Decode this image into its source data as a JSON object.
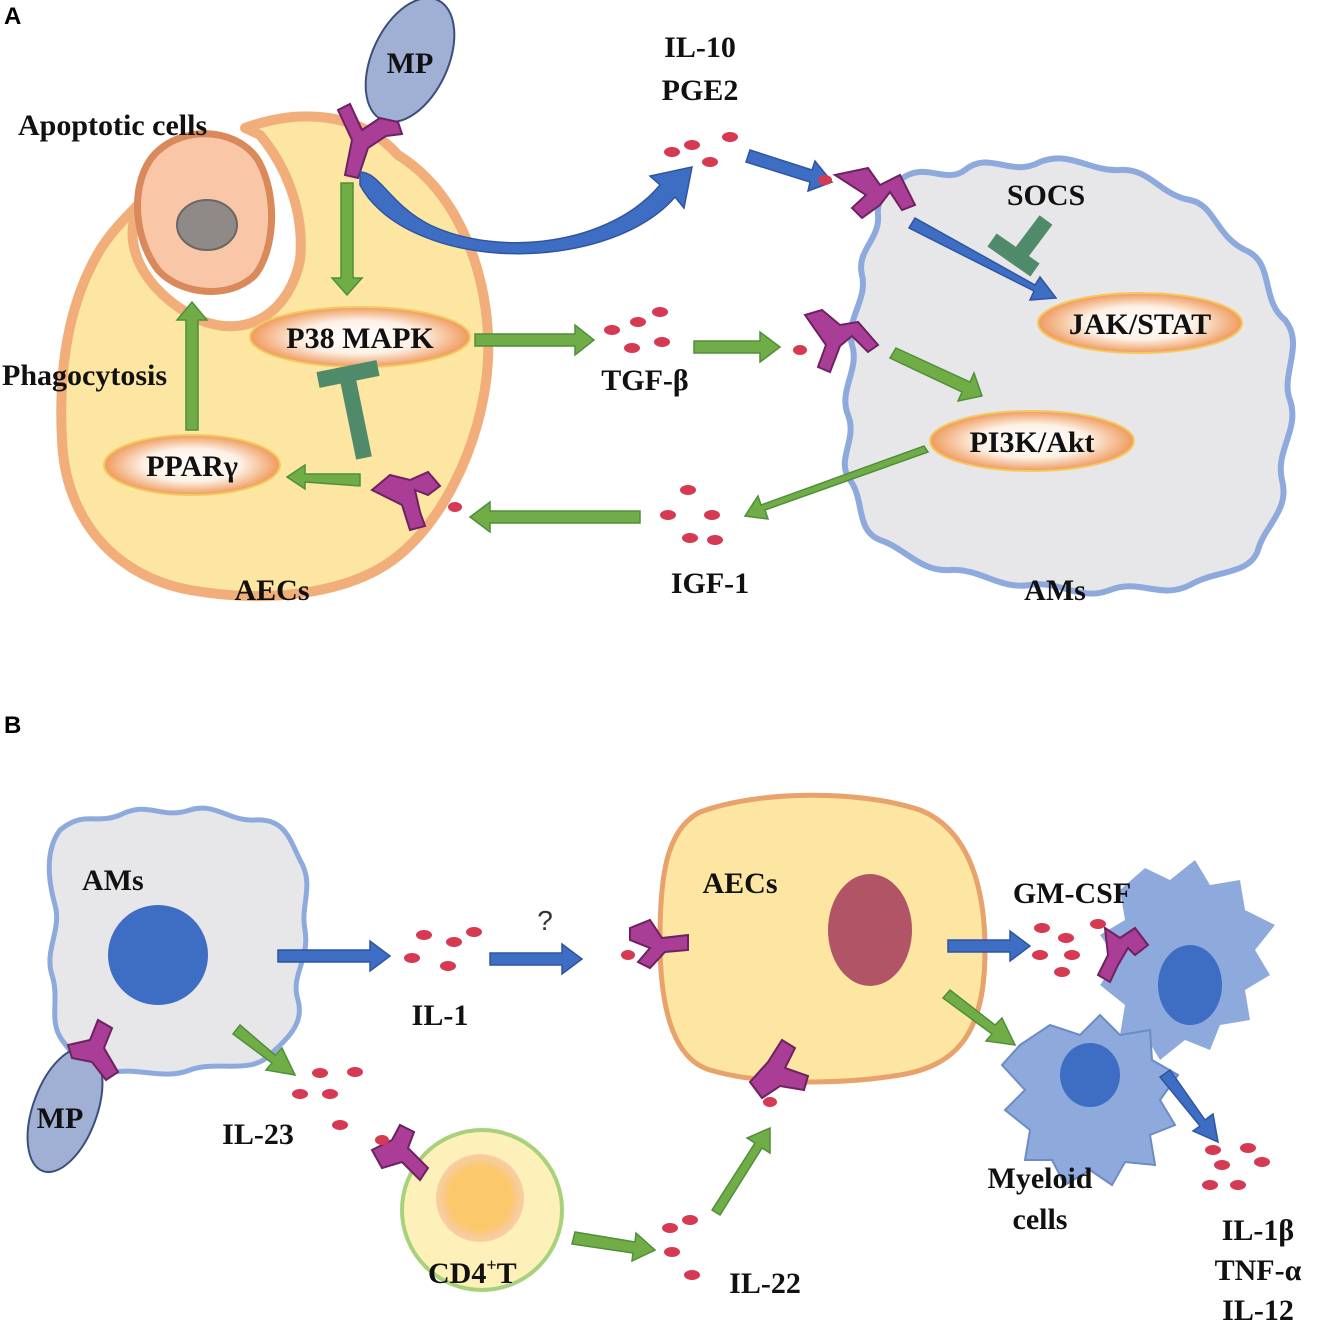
{
  "panels": {
    "a": "A",
    "b": "B"
  },
  "panel_a": {
    "mp": "MP",
    "il10": "IL-10",
    "pge2": "PGE2",
    "apoptotic_cells": "Apoptotic cells",
    "socs": "SOCS",
    "p38": "P38 MAPK",
    "jakstat": "JAK/STAT",
    "phagocytosis": "Phagocytosis",
    "tgfb": "TGF-β",
    "pi3k": "PI3K/Akt",
    "ppar": "PPARγ",
    "aecs": "AECs",
    "igf1": "IGF-1",
    "ams": "AMs"
  },
  "panel_b": {
    "ams": "AMs",
    "q": "?",
    "aecs": "AECs",
    "gmcsf": "GM-CSF",
    "il1": "IL-1",
    "mp": "MP",
    "il23": "IL-23",
    "myeloid1": "Myeloid",
    "myeloid2": "cells",
    "cd4": "CD4",
    "cd4_sup": "+",
    "cd4_t": "T",
    "il22": "IL-22",
    "il1b": "IL-1β",
    "tnfa": "TNF-α",
    "il12": "IL-12"
  },
  "colors": {
    "aec_fill": "#fde6a2",
    "aec_stroke": "#f2ae7a",
    "am_fill": "#e7e6e8",
    "am_stroke": "#8eaadc",
    "receptor": "#aa3d96",
    "cytokine": "#d63a52",
    "green_arrow": "#71ad47",
    "blue_arrow": "#3e6dc4",
    "inhibit": "#4f8a6a",
    "myeloid": "#8eaadc",
    "myeloid_nucleus": "#3e6dc4",
    "mp": "#9fb0d4"
  }
}
